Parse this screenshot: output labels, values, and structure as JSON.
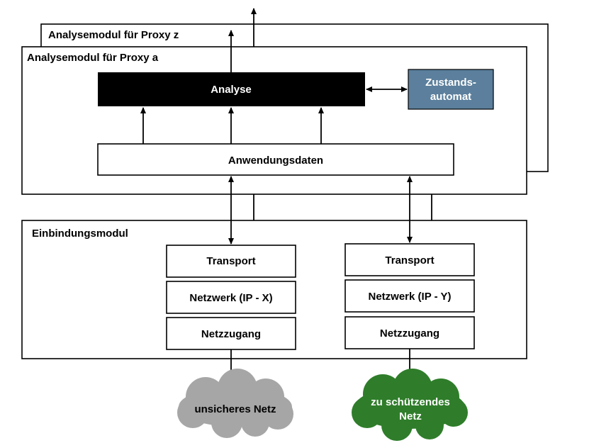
{
  "colors": {
    "analyse_fill": "#000000",
    "zustand_fill": "#5b7f9c",
    "cloud_unsafe": "#a6a6a6",
    "cloud_protected": "#2f7d2a"
  },
  "modules": {
    "proxy_z_title": "Analysemodul für Proxy z",
    "proxy_a_title": "Analysemodul für Proxy a",
    "einbindung_title": "Einbindungsmodul"
  },
  "analyse": {
    "label": "Analyse",
    "zustand_line1": "Zustands-",
    "zustand_line2": "automat",
    "anwendungsdaten": "Anwendungsdaten"
  },
  "stack_left": {
    "transport": "Transport",
    "netzwerk": "Netzwerk (IP - X)",
    "netzzugang": "Netzzugang"
  },
  "stack_right": {
    "transport": "Transport",
    "netzwerk": "Netzwerk (IP - Y)",
    "netzzugang": "Netzzugang"
  },
  "clouds": {
    "unsafe_label": "unsicheres Netz",
    "protected_line1": "zu schützendes",
    "protected_line2": "Netz"
  }
}
